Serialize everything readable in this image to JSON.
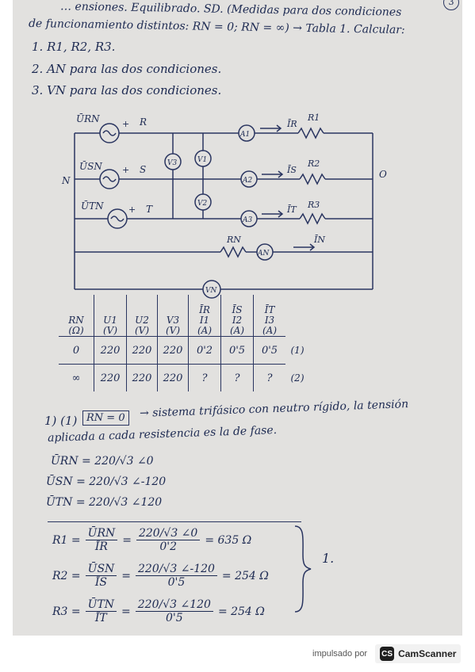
{
  "page_number": "3",
  "header_line1": "… ensiones. Equilibrado. SD. (Medidas para dos condiciones",
  "header_line2": "de funcionamiento distintos: RN = 0; RN = ∞) → Tabla 1.  Calcular:",
  "tasks": [
    "1. R1, R2, R3.",
    "2. AN para las dos condiciones.",
    "3. VN para las dos condiciones."
  ],
  "circuit": {
    "sources": [
      "ŪRN",
      "ŪSN",
      "ŪTN"
    ],
    "phases": [
      "R",
      "S",
      "T"
    ],
    "neutral_left": "N",
    "neutral_right": "O",
    "ammeters": [
      "A1",
      "A2",
      "A3",
      "AN"
    ],
    "voltmeters": [
      "V3",
      "V1",
      "V2",
      "VN"
    ],
    "currents": [
      "ĪR",
      "ĪS",
      "ĪT",
      "ĪN"
    ],
    "resistors": [
      "R1",
      "R2",
      "R3",
      "RN"
    ],
    "plus_sign": "+"
  },
  "table": {
    "headers": [
      {
        "l1": "RN",
        "l2": "(Ω)"
      },
      {
        "l1": "U1",
        "l2": "(V)"
      },
      {
        "l1": "U2",
        "l2": "(V)"
      },
      {
        "l1": "V3",
        "l2": "(V)"
      },
      {
        "l0": "ĪR",
        "l1": "I1",
        "l2": "(A)"
      },
      {
        "l0": "ĪS",
        "l1": "I2",
        "l2": "(A)"
      },
      {
        "l0": "ĪT",
        "l1": "I3",
        "l2": "(A)"
      }
    ],
    "rows": [
      {
        "cells": [
          "0",
          "220",
          "220",
          "220",
          "0'2",
          "0'5",
          "0'5"
        ],
        "tag": "(1)"
      },
      {
        "cells": [
          "∞",
          "220",
          "220",
          "220",
          "?",
          "?",
          "?"
        ],
        "tag": "(2)"
      }
    ]
  },
  "section1": {
    "label": "1) (1)",
    "boxed": "RN = 0",
    "text1": "→ sistema trifásico con neutro rígido, la tensión",
    "text2": "aplicada a cada resistencia es la de fase."
  },
  "phasors": [
    "ŪRN = 220/√3 ∠0",
    "ŪSN = 220/√3 ∠-120",
    "ŪTN = 220/√3 ∠120"
  ],
  "results": [
    {
      "lhs": "R1 =",
      "n1": "ŪRN",
      "d1": "ĪR",
      "n2": "220/√3 ∠0",
      "d2": "0'2",
      "res": "= 635 Ω"
    },
    {
      "lhs": "R2 =",
      "n1": "ŪSN",
      "d1": "ĪS",
      "n2": "220/√3 ∠-120",
      "d2": "0'5",
      "res": "= 254 Ω"
    },
    {
      "lhs": "R3 =",
      "n1": "ŪTN",
      "d1": "ĪT",
      "n2": "220/√3 ∠120",
      "d2": "0'5",
      "res": "= 254 Ω"
    }
  ],
  "answer_mark": "1.",
  "footer": {
    "powered_by": "impulsado por",
    "brand": "CamScanner",
    "logo_letters": "CS"
  }
}
